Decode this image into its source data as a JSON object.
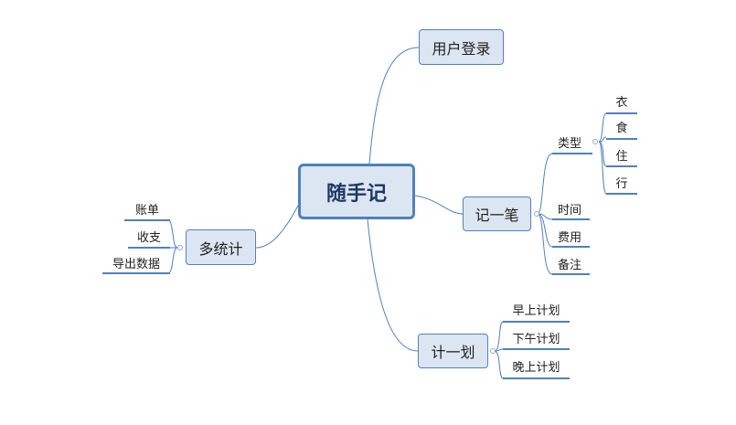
{
  "root": {
    "label": "随手记"
  },
  "branches": {
    "login": {
      "label": "用户登录"
    },
    "record": {
      "label": "记一笔",
      "children": {
        "type": {
          "label": "类型",
          "children": [
            "衣",
            "食",
            "住",
            "行"
          ]
        },
        "time": {
          "label": "时间"
        },
        "cost": {
          "label": "费用"
        },
        "note": {
          "label": "备注"
        }
      }
    },
    "plan": {
      "label": "计一划",
      "children": [
        "早上计划",
        "下午计划",
        "晚上计划"
      ]
    },
    "stats": {
      "label": "多统计",
      "children": [
        "账单",
        "收支",
        "导出数据"
      ]
    }
  },
  "colors": {
    "line": "#4f81bd",
    "fill": "#dce6f2",
    "rootBorder": "#4f81bd"
  }
}
